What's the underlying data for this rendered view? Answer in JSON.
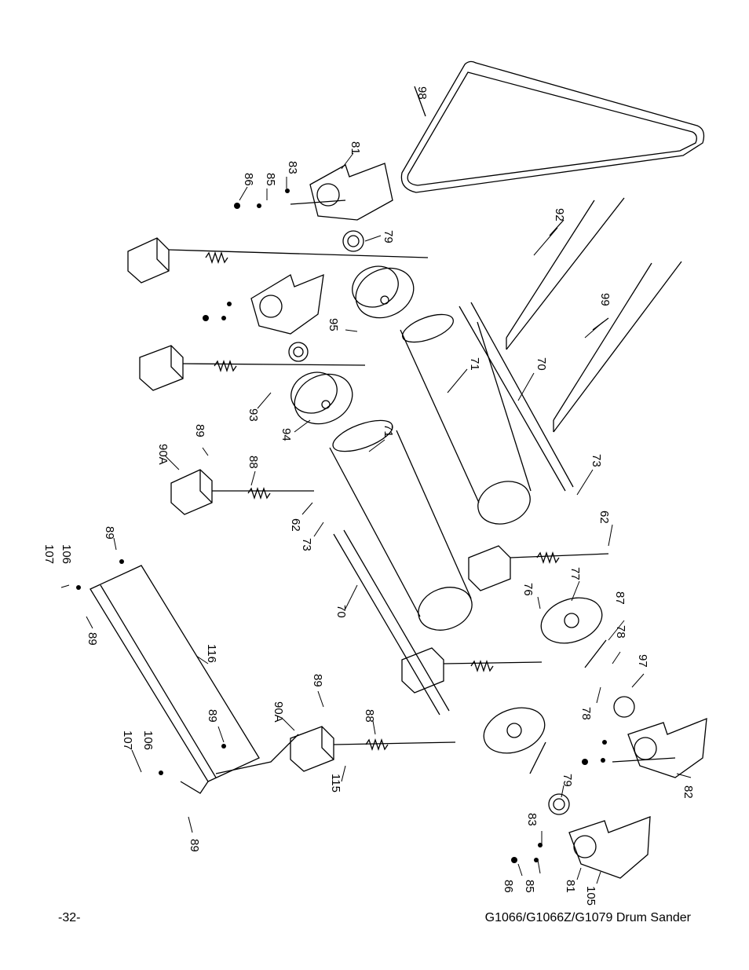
{
  "footer": {
    "page_number": "-32-",
    "document_title": "G1066/G1066Z/G1079 Drum Sander"
  },
  "callouts": {
    "c98": "98",
    "c81a": "81",
    "c83a": "83",
    "c85a": "85",
    "c86a": "86",
    "c79a": "79",
    "c92": "92",
    "c99": "99",
    "c95": "95",
    "c71a": "71",
    "c70a": "70",
    "c93": "93",
    "c94": "94",
    "c71b": "71",
    "c89a": "89",
    "c90a": "90A",
    "c88a": "88",
    "c62a": "62",
    "c73a": "73",
    "c73b": "73",
    "c62b": "62",
    "c107a": "107",
    "c106a": "106",
    "c89b": "89",
    "c89c": "89",
    "c116": "116",
    "c70b": "70",
    "c76": "76",
    "c77": "77",
    "c87": "87",
    "c78a": "78",
    "c97": "97",
    "c78b": "78",
    "c89d": "89",
    "c90b": "90A",
    "c88b": "88",
    "c89e": "89",
    "c107b": "107",
    "c106b": "106",
    "c115": "115",
    "c89f": "89",
    "c82": "82",
    "c79b": "79",
    "c83b": "83",
    "c86b": "86",
    "c85b": "85",
    "c81b": "81",
    "c105": "105"
  }
}
